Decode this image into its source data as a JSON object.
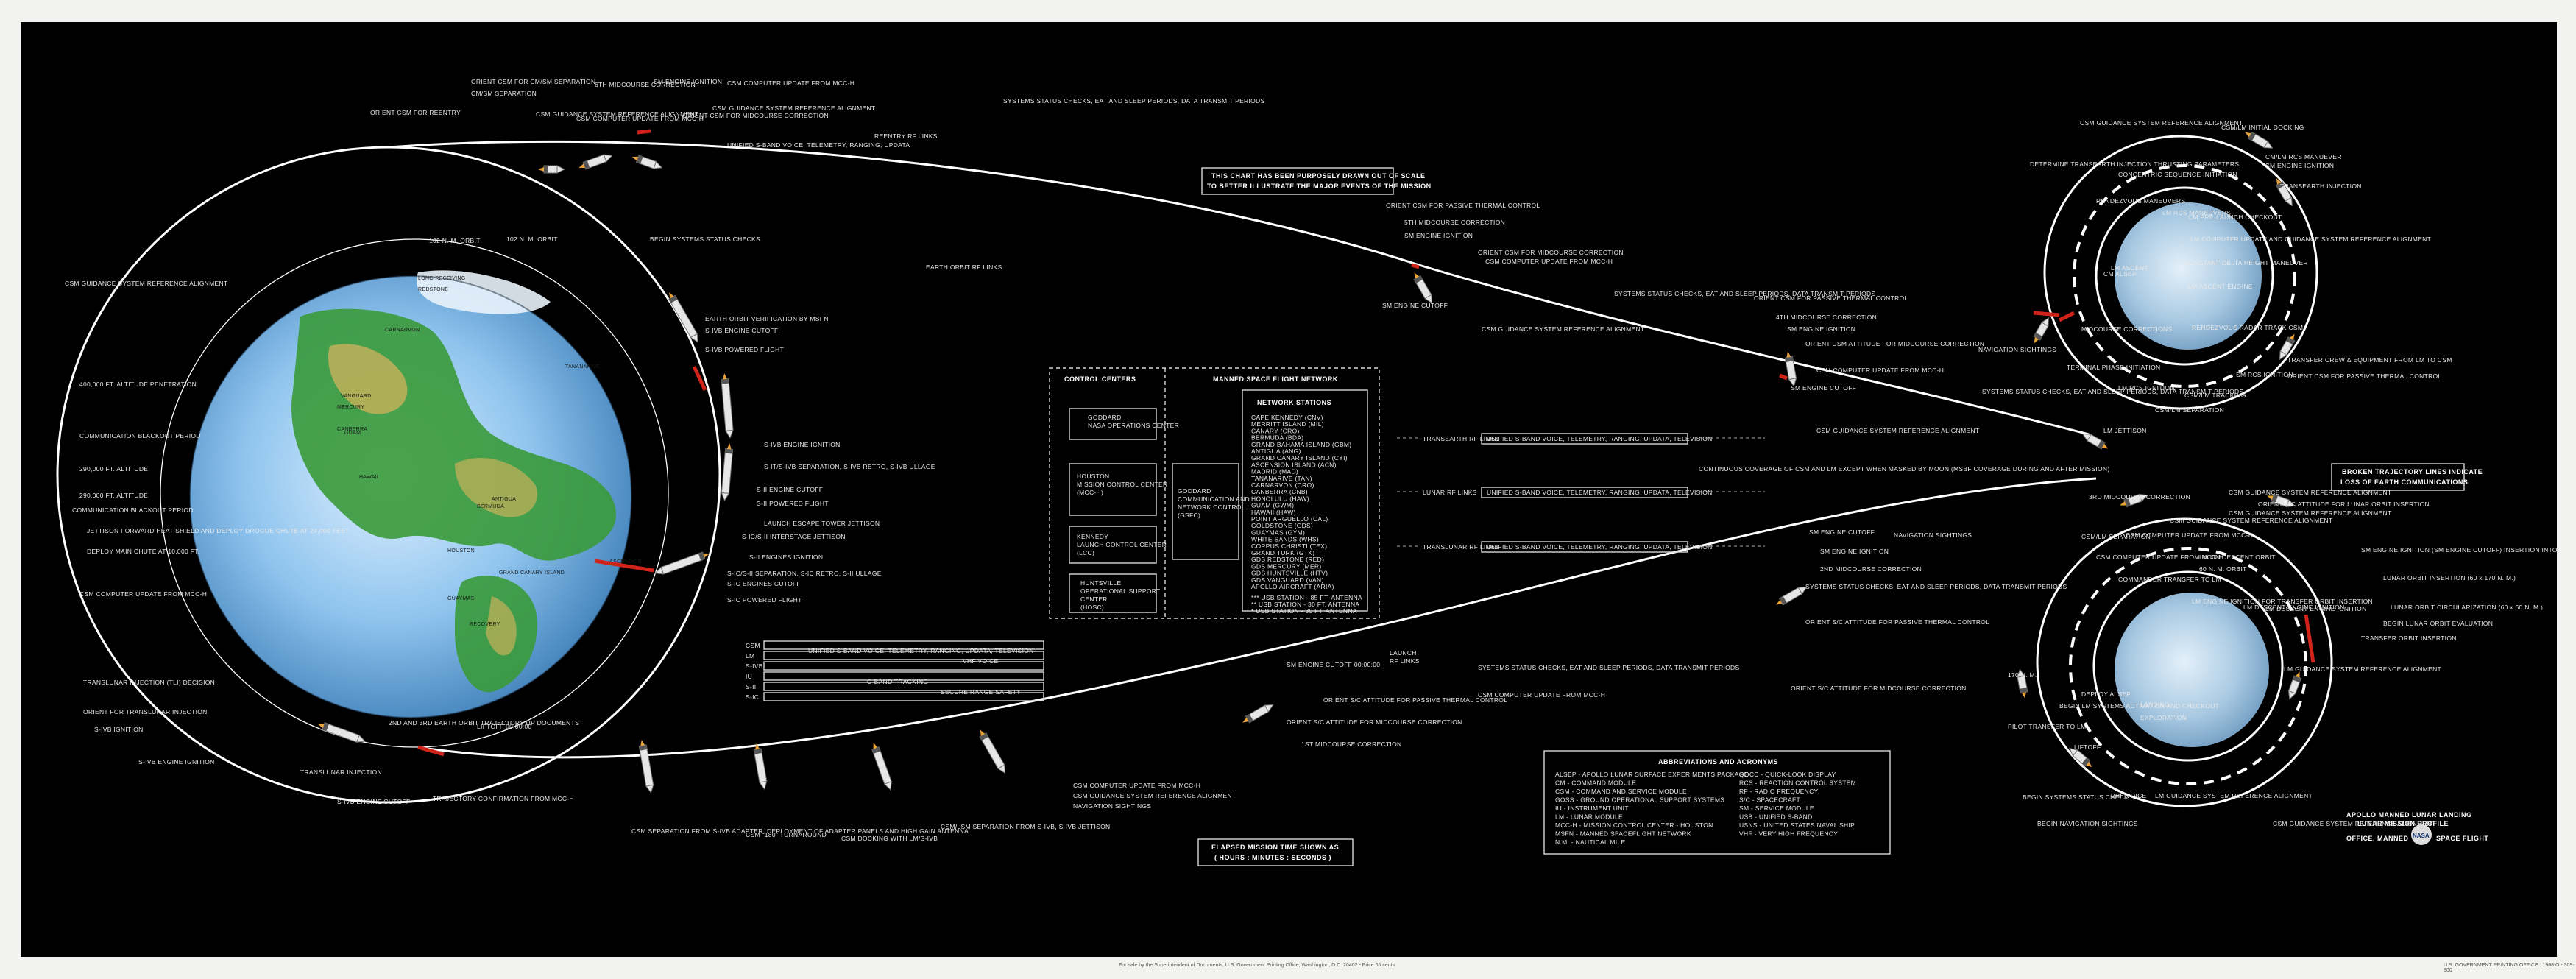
{
  "notes": {
    "scale_note_1": "THIS CHART HAS BEEN PURPOSELY DRAWN OUT OF SCALE",
    "scale_note_2": "TO BETTER ILLUSTRATE THE MAJOR EVENTS OF THE MISSION",
    "broken_lines_1": "BROKEN TRAJECTORY LINES INDICATE",
    "broken_lines_2": "LOSS OF EARTH COMMUNICATIONS",
    "elapsed_1": "ELAPSED MISSION TIME SHOWN AS",
    "elapsed_2": "( HOURS : MINUTES : SECONDS )"
  },
  "network": {
    "control_centers_title": "CONTROL CENTERS",
    "msfn_title": "MANNED SPACE FLIGHT NETWORK",
    "goddard_ops": "GODDARD\nNASA OPERATIONS CENTER",
    "houston": "HOUSTON\nMISSION CONTROL CENTER\n(MCC-H)",
    "kennedy": "KENNEDY\nLAUNCH CONTROL CENTER\n(LCC)",
    "huntsville": "HUNTSVILLE\nOPERATIONAL SUPPORT\nCENTER\n(HOSC)",
    "goddard_comm": "GODDARD\nCOMMUNICATION AND\nNETWORK CONTROL\n(GSFC)",
    "network_stations_title": "NETWORK STATIONS",
    "stations": [
      "CAPE KENNEDY  (CNV)",
      "MERRITT ISLAND  (MIL)",
      "CANARY  (CRO)",
      "BERMUDA  (BDA)",
      "GRAND BAHAMA ISLAND  (GBM)",
      "ANTIGUA  (ANG)",
      "GRAND CANARY ISLAND  (CYI)",
      "ASCENSION ISLAND  (ACN)",
      "MADRID  (MAD)",
      "TANANARIVE  (TAN)",
      "CARNARVON  (CRO)",
      "CANBERRA  (CNB)",
      "HONOLULU  (HAW)",
      "GUAM  (GWM)",
      "HAWAII  (HAW)",
      "POINT ARGUELLO  (CAL)",
      "GOLDSTONE  (GDS)",
      "GUAYMAS  (GYM)",
      "WHITE SANDS  (WHS)",
      "CORPUS CHRISTI  (TEX)",
      "GRAND TURK  (GTK)",
      "GDS REDSTONE  (RED)",
      "GDS MERCURY  (MER)",
      "GDS HUNTSVILLE  (HTV)",
      "GDS VANGUARD  (VAN)",
      "APOLLO AIRCRAFT  (ARIA)"
    ],
    "antennas": [
      "*** USB STATION - 85 FT. ANTENNA",
      "**  USB STATION - 30 FT. ANTENNA",
      "*   USB STATION - 30 FT. ANTENNA"
    ],
    "launch_links": "LAUNCH\nRF LINKS"
  },
  "abbreviations": {
    "title": "ABBREVIATIONS AND ACRONYMS",
    "left": [
      "ALSEP - APOLLO LUNAR SURFACE EXPERIMENTS PACKAGE",
      "CM - COMMAND MODULE",
      "CSM - COMMAND AND SERVICE MODULE",
      "GOSS - GROUND OPERATIONAL SUPPORT SYSTEMS",
      "IU - INSTRUMENT UNIT",
      "LM - LUNAR MODULE",
      "MCC-H - MISSION CONTROL CENTER - HOUSTON",
      "MSFN - MANNED SPACEFLIGHT NETWORK",
      "N.M. - NAUTICAL MILE"
    ],
    "right": [
      "QOCC - QUICK-LOOK DISPLAY",
      "RCS - REACTION CONTROL SYSTEM",
      "RF - RADIO FREQUENCY",
      "S/C - SPACECRAFT",
      "SM - SERVICE MODULE",
      "USB - UNIFIED S-BAND",
      "USNS - UNITED STATES NAVAL SHIP",
      "VHF - VERY HIGH FREQUENCY"
    ]
  },
  "branding": {
    "line1": "APOLLO MANNED LUNAR LANDING",
    "line2": "LUNAR MISSION PROFILE",
    "office": "OFFICE, MANNED",
    "space_flight": "SPACE FLIGHT",
    "nasa": "NASA"
  },
  "earth_labels": [
    "LONG RECEIVING",
    "REDSTONE",
    "CARNARVON",
    "GUAM",
    "CANBERRA",
    "HAWAII",
    "VANGUARD",
    "MERCURY",
    "ANTIGUA",
    "BERMUDA",
    "GRAND CANARY ISLAND",
    "ASCENSION",
    "TANANARIVE",
    "HOUSTON",
    "RECOVERY",
    "GUAYMAS"
  ],
  "events_top": [
    "ORIENT CSM FOR CM/SM SEPARATION",
    "CM/SM SEPARATION",
    "6TH MIDCOURSE CORRECTION",
    "SM ENGINE IGNITION",
    "CSM COMPUTER UPDATE FROM MCC-H",
    "ORIENT CSM FOR REENTRY",
    "CSM GUIDANCE SYSTEM REFERENCE ALIGNMENT",
    "CSM COMPUTER UPDATE FROM MCC-H",
    "CSM GUIDANCE SYSTEM REFERENCE ALIGNMENT",
    "ORIENT CSM FOR MIDCOURSE CORRECTION",
    "SYSTEMS STATUS CHECKS, EAT AND SLEEP PERIODS, DATA TRANSMIT PERIODS",
    "UNIFIED S-BAND VOICE, TELEMETRY, RANGING, UPDATA",
    "REENTRY RF LINKS",
    "BEGIN SYSTEMS STATUS CHECKS",
    "EARTH ORBIT RF LINKS",
    "ORIENT CSM FOR PASSIVE THERMAL CONTROL",
    "5TH MIDCOURSE CORRECTION",
    "SM ENGINE IGNITION",
    "ORIENT CSM FOR MIDCOURSE CORRECTION",
    "CSM COMPUTER UPDATE FROM MCC-H",
    "SM ENGINE CUTOFF",
    "CSM GUIDANCE SYSTEM REFERENCE ALIGNMENT",
    "SYSTEMS STATUS CHECKS, EAT AND SLEEP PERIODS, DATA TRANSMIT PERIODS",
    "ORIENT CSM FOR PASSIVE THERMAL CONTROL",
    "4TH MIDCOURSE CORRECTION",
    "SM ENGINE IGNITION",
    "ORIENT CSM ATTITUDE FOR MIDCOURSE CORRECTION",
    "CSM COMPUTER UPDATE FROM MCC-H",
    "SM ENGINE CUTOFF",
    "CSM GUIDANCE SYSTEM REFERENCE ALIGNMENT"
  ],
  "events_left": [
    "CSM GUIDANCE SYSTEM REFERENCE ALIGNMENT",
    "400,000 FT. ALTITUDE PENETRATION",
    "COMMUNICATION BLACKOUT PERIOD",
    "290,000 FT. ALTITUDE",
    "290,000 FT. ALTITUDE",
    "COMMUNICATION BLACKOUT PERIOD",
    "JETTISON FORWARD HEAT SHIELD AND DEPLOY DROGUE CHUTE AT 24,000 FEET",
    "DEPLOY MAIN CHUTE AT 10,000 FT.",
    "CSM COMPUTER UPDATE FROM MCC-H",
    "TRANSLUNAR INJECTION (TLI) DECISION",
    "ORIENT FOR TRANSLUNAR INJECTION",
    "S-IVB IGNITION",
    "S-IVB ENGINE IGNITION",
    "TRANSLUNAR INJECTION",
    "S-IVB ENGINE CUTOFF",
    "TRAJECTORY CONFIRMATION FROM MCC-H",
    "102 N. M. ORBIT",
    "2ND AND 3RD EARTH ORBIT TRAJECTORY UP DOCUMENTS",
    "LIFTOFF 00:00:00"
  ],
  "events_launch": [
    "EARTH ORBIT VERIFICATION BY MSFN",
    "S-IVB ENGINE CUTOFF",
    "S-IVB POWERED FLIGHT",
    "S-IVB ENGINE IGNITION",
    "S-IT/S-IVB SEPARATION, S-IVB RETRO, S-IVB ULLAGE",
    "S-II ENGINE CUTOFF",
    "S-II POWERED FLIGHT",
    "LAUNCH ESCAPE TOWER JETTISON",
    "S-IC/S-II INTERSTAGE JETTISON",
    "S-II ENGINES IGNITION",
    "S-IC/S-II SEPARATION, S-IC RETRO, S-II ULLAGE",
    "S-IC ENGINES CUTOFF",
    "S-IC POWERED FLIGHT"
  ],
  "events_bottom": [
    "CSM SEPARATION FROM S-IVB ADAPTER, DEPLOYMENT OF ADAPTER PANELS AND HIGH GAIN ANTENNA",
    "CSM \"180\" TURNAROUND",
    "CSM DOCKING WITH LM/S-IVB",
    "CSM/LSM SEPARATION FROM S-IVB, S-IVB JETTISON",
    "NAVIGATION SIGHTINGS",
    "CSM COMPUTER UPDATE FROM MCC-H",
    "CSM GUIDANCE SYSTEM REFERENCE ALIGNMENT",
    "1ST MIDCOURSE CORRECTION",
    "ORIENT S/C ATTITUDE FOR MIDCOURSE CORRECTION",
    "ORIENT S/C ATTITUDE FOR PASSIVE THERMAL CONTROL",
    "SM ENGINE CUTOFF 00:00:00",
    "SYSTEMS STATUS CHECKS, EAT AND SLEEP PERIODS, DATA TRANSMIT PERIODS",
    "CSM COMPUTER UPDATE FROM MCC-H",
    "ORIENT S/C ATTITUDE FOR MIDCOURSE CORRECTION",
    "SM ENGINE CUTOFF",
    "SM ENGINE IGNITION",
    "2ND MIDCOURSE CORRECTION",
    "CONTINUOUS COVERAGE OF CSM AND LM EXCEPT WHEN MASKED BY MOON (MSBF COVERAGE DURING AND AFTER MISSION)",
    "SYSTEMS STATUS CHECKS, EAT AND SLEEP PERIODS, DATA TRANSMIT PERIODS",
    "ORIENT S/C ATTITUDE FOR PASSIVE THERMAL CONTROL",
    "NAVIGATION SIGHTINGS",
    "CSM GUIDANCE SYSTEM REFERENCE ALIGNMENT"
  ],
  "rf_links": {
    "transearth": "TRANSEARTH RF LINKS",
    "lunar": "LUNAR RF LINKS",
    "translunar": "TRANSLUNAR RF LINKS",
    "usb_line": "UNIFIED S-BAND VOICE, TELEMETRY, RANGING, UPDATA, TELEVISION",
    "csm": "CSM",
    "lm": "LM",
    "vhf_voice": "VHF VOICE",
    "sb_tracking": "C-BAND TRACKING",
    "secure": "SECURE RANGE SAFETY",
    "s4b": "S-IVB",
    "iu": "IU",
    "s2": "S-II",
    "s1c": "S-IC"
  },
  "moon_top": [
    "CSM GUIDANCE SYSTEM REFERENCE ALIGNMENT",
    "CSM/LM INITIAL DOCKING",
    "DETERMINE TRANSEARTH INJECTION THRUSTING PARAMETERS",
    "CONCENTRIC SEQUENCE INITIATION",
    "CM/LM RCS MANUEVER",
    "SM ENGINE IGNITION",
    "TRANSEARTH INJECTION",
    "RENDEZVOUS MANEUVERS",
    "LM RCS MANEUVERS",
    "CM PRE-LAUNCH CHECKOUT",
    "LM COMPUTER UPDATE AND GUIDANCE SYSTEM REFERENCE ALIGNMENT",
    "LM ASCENT",
    "LM ASCENT ENGINE",
    "CONSTANT DELTA HEIGHT MANEUVER",
    "CM ALSEP",
    "MIDCOURSE CORRECTIONS",
    "RENDEZVOUS RADAR TRACK CSM",
    "NAVIGATION SIGHTINGS",
    "TERMINAL PHASE INITIATION",
    "TRANSFER CREW & EQUIPMENT FROM LM TO CSM",
    "ORIENT CSM FOR PASSIVE THERMAL CONTROL",
    "SYSTEMS STATUS CHECKS, EAT AND SLEEP PERIODS, DATA TRANSMIT PERIODS",
    "CSM/LM TRACKING",
    "LM RCS IGNITION",
    "CSM/LM SEPARATION",
    "SM RCS IGNITION",
    "LM JETTISON"
  ],
  "moon_bottom": [
    "CSM GUIDANCE SYSTEM REFERENCE ALIGNMENT",
    "3RD MIDCOURSE CORRECTION",
    "CSM COMPUTER UPDATE FROM MCC-H",
    "ORIENT S/C ATTITUDE FOR LUNAR ORBIT INSERTION",
    "CSM GUIDANCE SYSTEM REFERENCE ALIGNMENT",
    "CSM COMPUTER UPDATE FROM MCC-H",
    "CSM/LM SEPARATION",
    "COMMANDER TRANSFER TO LM",
    "LM ENGINE IGNITION FOR TRANSFER ORBIT INSERTION",
    "60 N. M. ORBIT",
    "SM ENGINE IGNITION (SM ENGINE CUTOFF) INSERTION INTO LUNAR ORBIT",
    "LUNAR ORBIT INSERTION (60 x 170 N. M.)",
    "LM DESCENT ENGINE IGNITION",
    "LUNAR ORBIT CIRCULARIZATION (60 x 60 N. M.)",
    "BEGIN LUNAR ORBIT EVALUATION",
    "TRANSFER ORBIT INSERTION",
    "LM DESCENT ENGINE IGNITION",
    "LM GUIDANCE SYSTEM REFERENCE ALIGNMENT",
    "BEGIN LM SYSTEMS ACTIVATION AND CHECKOUT",
    "PILOT TRANSFER TO LM",
    "LANDING",
    "EXPLORATION",
    "DEPLOY ALSEP",
    "BEGIN SYSTEMS STATUS CHECK",
    "VHF VOICE",
    "LM GUIDANCE SYSTEM REFERENCE ALIGNMENT",
    "BEGIN NAVIGATION SIGHTINGS",
    "CSM GUIDANCE SYSTEM REFERENCE ALIGNMENT",
    "170 N. M.",
    "LM ON DESCENT ORBIT",
    "LIFTOFF"
  ],
  "footer": {
    "printer": "For sale by the Superintendent of Documents, U.S. Government Printing Office, Washington, D.C. 20402 - Price 65 cents",
    "gpo": "U.S. GOVERNMENT PRINTING OFFICE : 1968 O - 309-800"
  },
  "colors": {
    "background": "#000000",
    "frame": "#f2f2f0",
    "line": "#ffffff",
    "accent": "#d0241a",
    "ocean": "#7fb9e6",
    "land": "#3a9a3a",
    "moon": "#8fb5cf"
  }
}
